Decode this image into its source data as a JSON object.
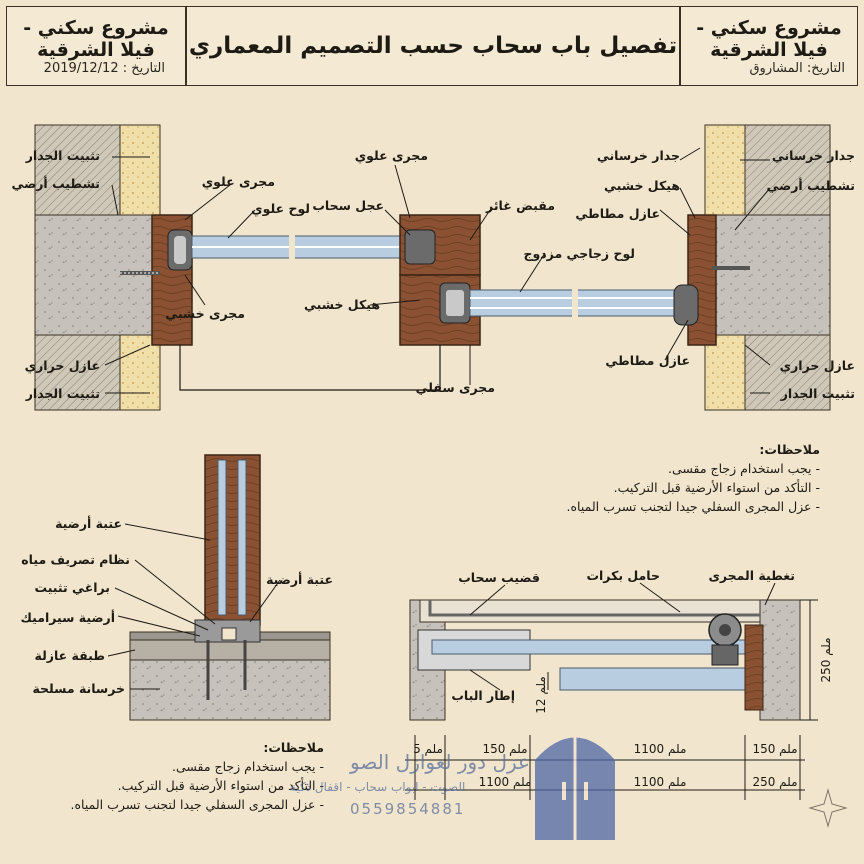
{
  "header": {
    "left": {
      "project": "مشروع سكني - فيلا الشرقية",
      "date": "التاريخ : 2019/12/12"
    },
    "center": {
      "title": "تفصيل باب سحاب حسب التصميم المعماري"
    },
    "right": {
      "project": "مشروع سكني - فيلا الشرقية",
      "date": "التاريخ: المشاروق"
    }
  },
  "plan_detail": {
    "left_labels": {
      "wall_fix_top": "تثبيت الجدار",
      "floor_finish": "تشطيب أرضي",
      "top_track": "مجرى علوي",
      "wood_track": "مجرى خشبي",
      "thermal_ins": "عازل حراري",
      "wall_fix_bottom": "تثبيت الجدار"
    },
    "center_labels": {
      "top_track": "مجرى علوي",
      "top_panel": "لوح علوي",
      "slide_wheel": "عجل سحاب",
      "recessed_handle": "مقبض غائر",
      "double_glass": "لوح زجاجي مزدوج",
      "wood_frame": "هيكل خشبي",
      "bottom_track": "مجرى سفلي"
    },
    "right_labels": {
      "concrete_wall_a": "جدار خرساني",
      "wood_frame": "هيكل خشبي",
      "rubber_seal_top": "عازل مطاطي",
      "rubber_seal_bottom": "عازل مطاطي",
      "concrete_wall_b": "جدار خرساني",
      "floor_finish": "تشطيب أرضي",
      "thermal_ins": "عازل حراري",
      "wall_fix": "تثبيت الجدار"
    }
  },
  "section_detail": {
    "labels": {
      "threshold_left": "عتبة أرضية",
      "drainage": "نظام تصريف مياه",
      "fix_screws": "براغي تثبيت",
      "ceramic_floor": "أرضية سيراميك",
      "insulation_layer": "طبقة عازلة",
      "reinforced_concrete": "خرسانة مسلحة",
      "threshold_right": "عتبة أرضية"
    }
  },
  "track_detail": {
    "labels": {
      "slide_rail": "قضيب سحاب",
      "roller_carrier": "حامل بكرات",
      "track_cover": "تغطية المجرى",
      "door_frame": "إطار الباب"
    },
    "dimensions": {
      "height_250": "250 ملم",
      "gap_12": "12 ملم",
      "row1": [
        "5 ملم",
        "150 ملم",
        "1100 ملم",
        "150 ملم"
      ],
      "row2": [
        "1100 ملم",
        "1100 ملم",
        "250 ملم"
      ]
    }
  },
  "notes_top": {
    "title": "ملاحظات:",
    "items": [
      "- يجب استخدام زجاج مقسى.",
      "- التأكد من استواء الأرضية قبل التركيب.",
      "- عزل المجرى السفلي جيدا لتجنب تسرب المياه."
    ]
  },
  "notes_bottom": {
    "title": "ملاحظات:",
    "items": [
      "- يجب استخدام زجاج مقسى.",
      "- التأكد من استواء الأرضية قبل التركيب.",
      "- عزل المجرى السفلي جيدا لتجنب تسرب المياه."
    ]
  },
  "watermark": {
    "name": "عزل دور لعوازل الصو",
    "services": "الصوت - ابواب سحاب - اقفال ذكية",
    "phone": "0559854881"
  },
  "colors": {
    "paper": "#f1e6cd",
    "wood": "#8a5232",
    "concrete": "#c6c2bb",
    "glass": "#b9cde0",
    "insulation": "#f0dfa8"
  }
}
